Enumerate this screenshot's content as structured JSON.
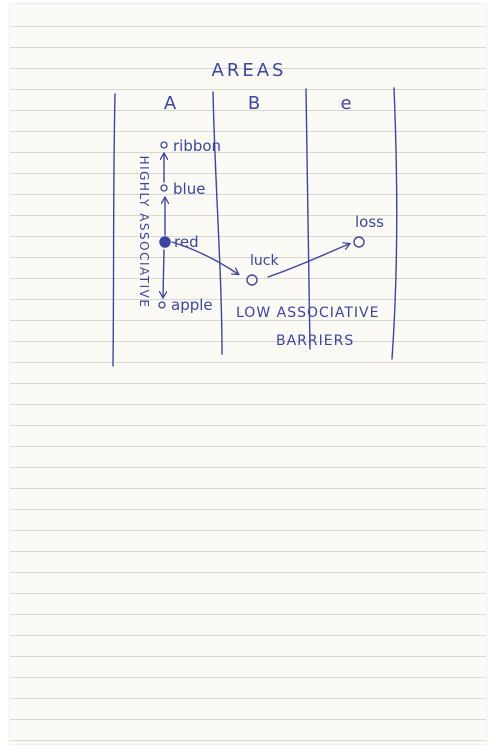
{
  "ink_color": "#3a45a8",
  "paper": {
    "background": "#fbfaf5",
    "rule_color": "#d9d8d0"
  },
  "title": "AREAS",
  "columns": [
    {
      "id": "a",
      "label": "A"
    },
    {
      "id": "b",
      "label": "B"
    },
    {
      "id": "c",
      "label": "e"
    }
  ],
  "side_label": "HIGHLY ASSOCIATIVE",
  "nodes": {
    "ribbon": "ribbon",
    "blue": "blue",
    "red": "red",
    "apple": "apple",
    "luck": "luck",
    "loss": "loss"
  },
  "barrier_label": {
    "line1": "LOW ASSOCIATIVE",
    "line2": "BARRIERS"
  }
}
